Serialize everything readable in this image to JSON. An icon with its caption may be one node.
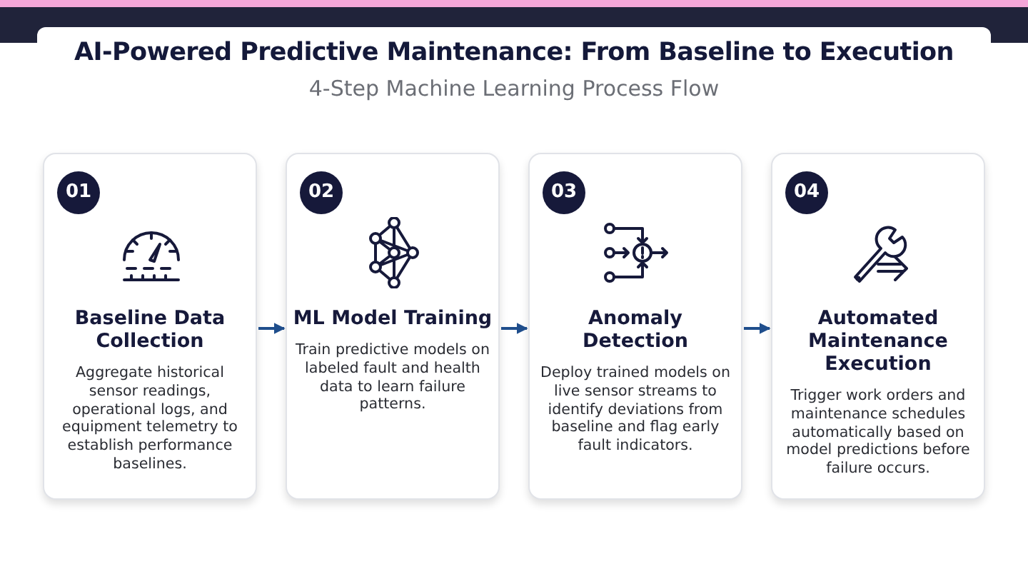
{
  "diagram": {
    "title": "AI-Powered Predictive Maintenance: From Baseline to Execution",
    "nodes": [
      {
        "text": [
          "01",
          "Baseline Data Collection",
          "Aggregate historical sensor readings, operational logs, and equipment telemetry to establish performance baselines."
        ]
      },
      {
        "text": [
          "02",
          "ML Model Training",
          "Train predictive models on labeled fault and health data to learn failure patterns."
        ]
      },
      {
        "text": [
          "03",
          "Anomaly Detection",
          "Deploy trained models on live sensor streams to identify deviations from baseline and flag early fault indicators."
        ]
      },
      {
        "text": [
          "04",
          "Automated Maintenance Execution",
          "Trigger work orders and maintenance schedules automatically based on model predictions before failure occurs."
        ]
      }
    ],
    "edges": [
      {
        "from": 0,
        "to": 1,
        "arrow": "to"
      },
      {
        "from": 1,
        "to": 2,
        "arrow": "to"
      },
      {
        "from": 2,
        "to": 3,
        "arrow": "to"
      }
    ],
    "labels": [
      "4-Step Machine Learning Process Flow"
    ]
  }
}
